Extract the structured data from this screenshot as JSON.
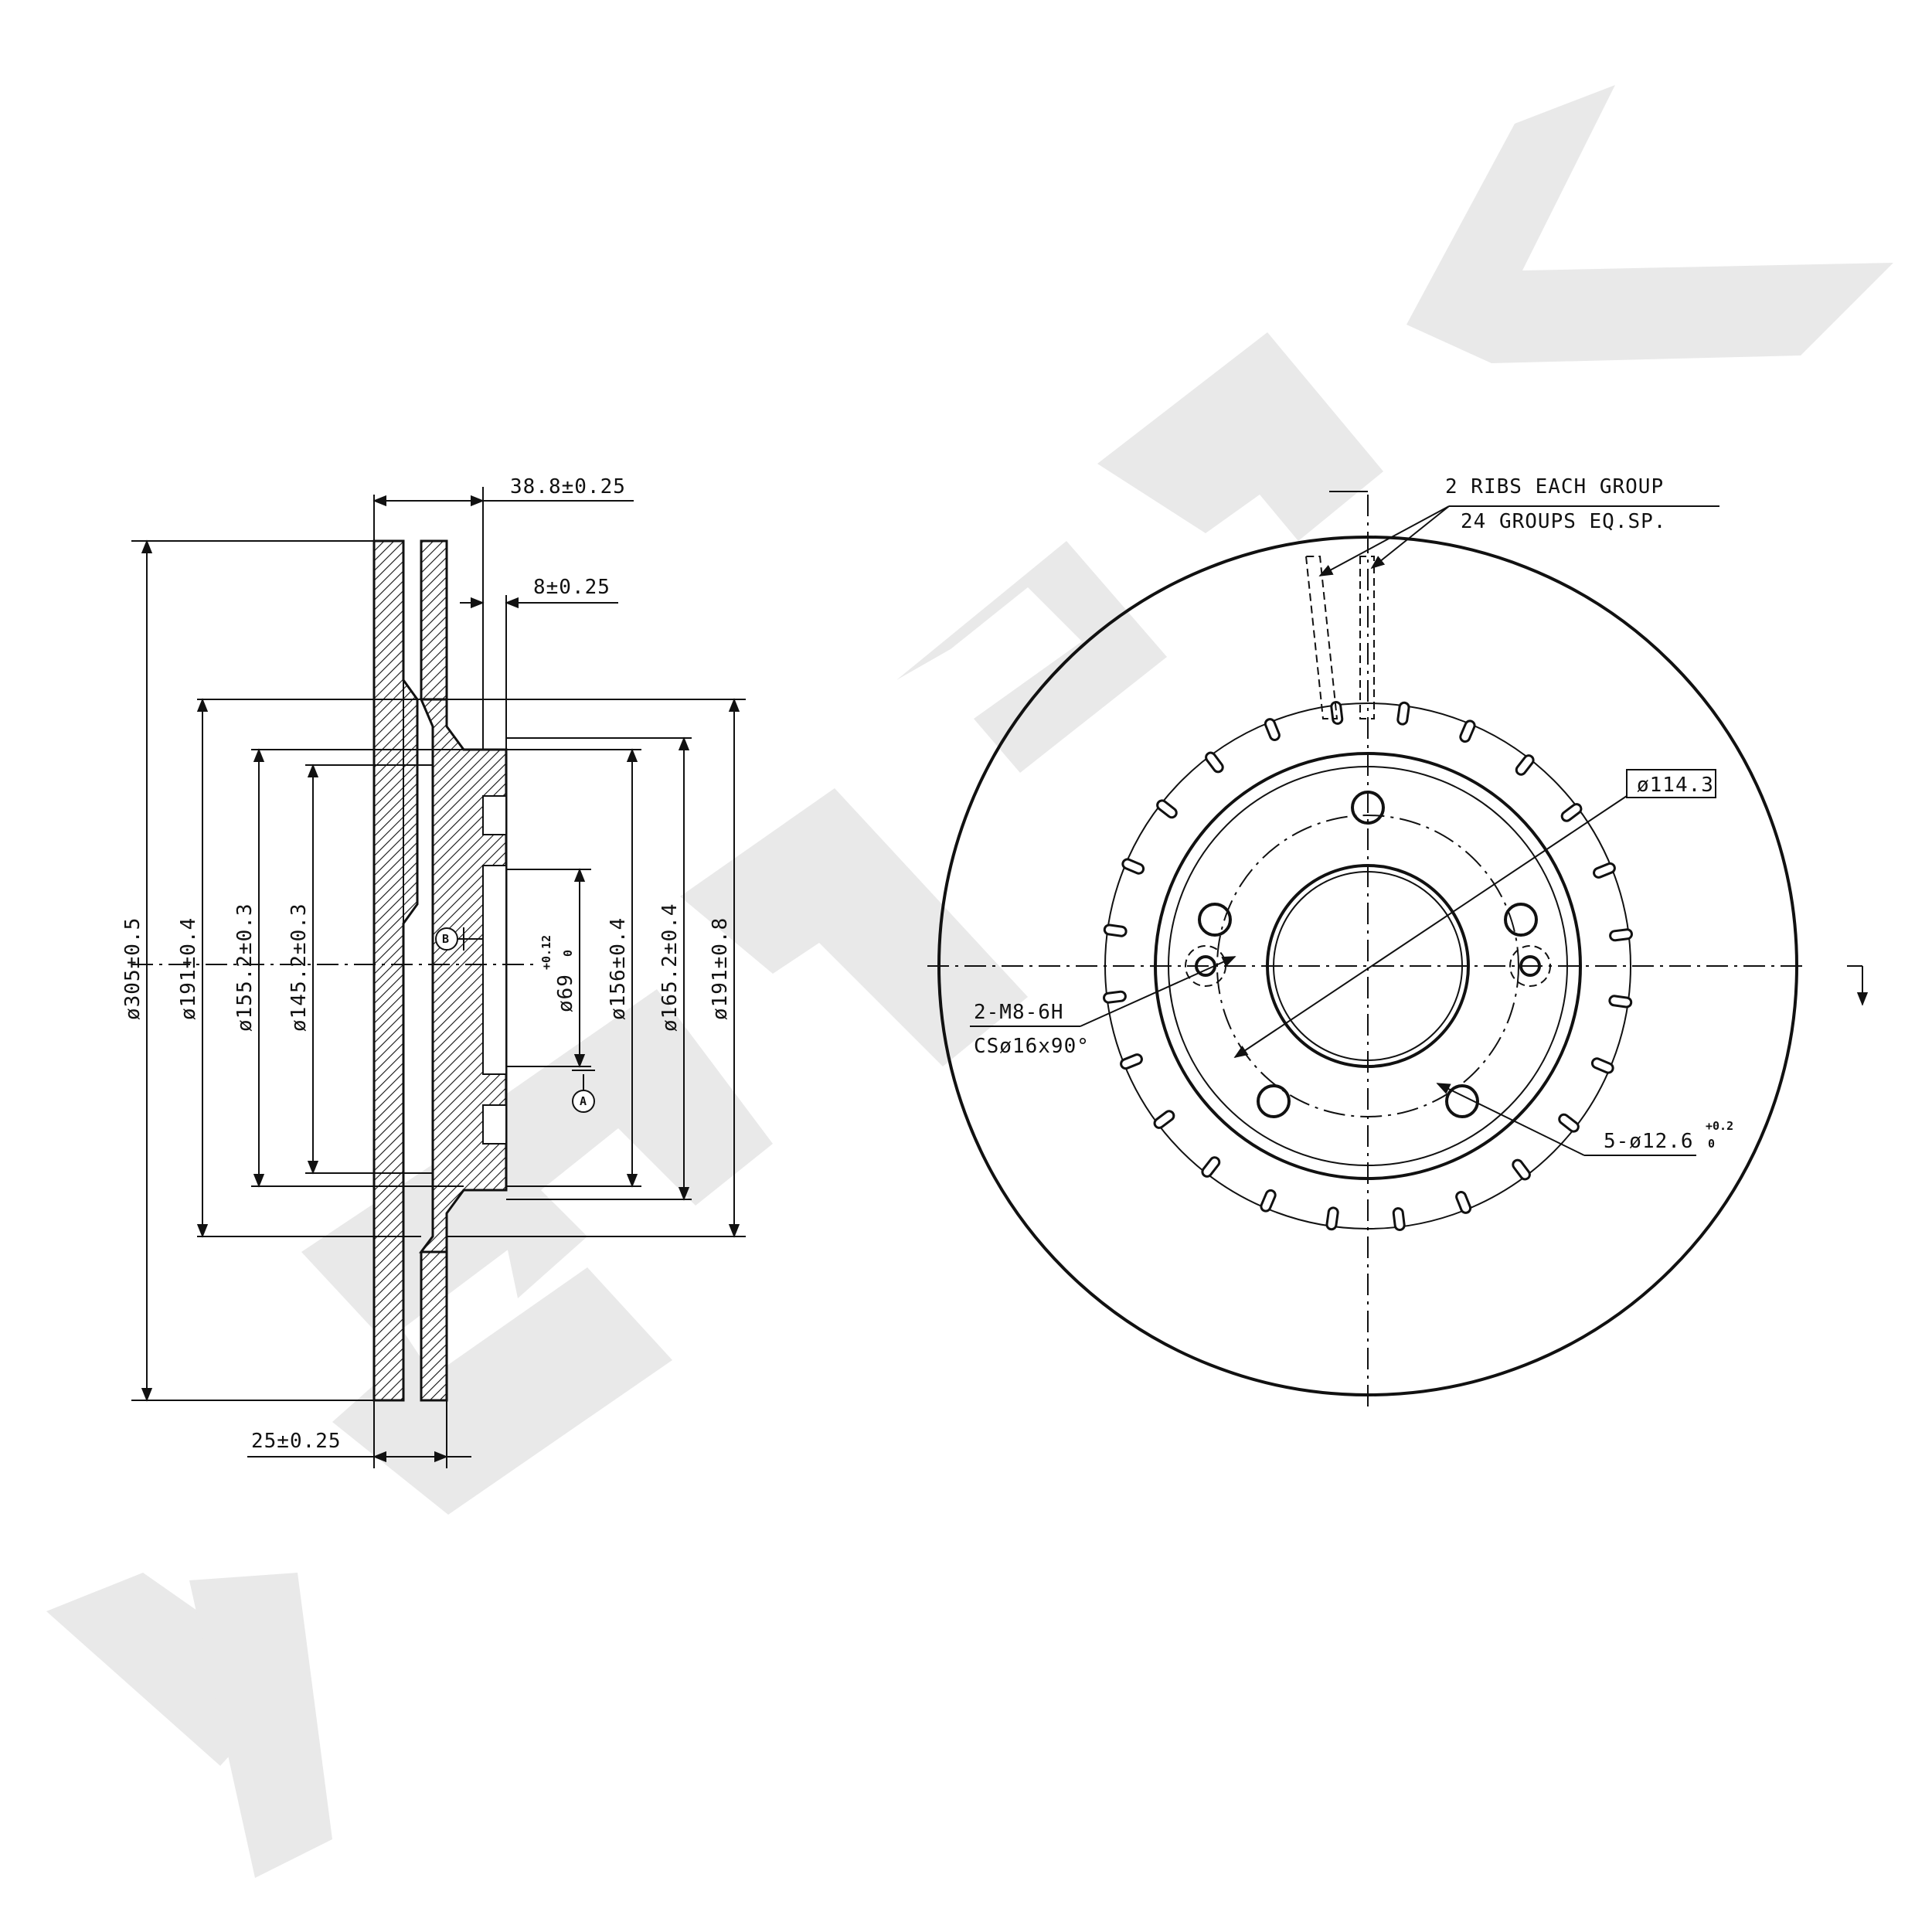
{
  "section": {
    "width_total": "38.8±0.25",
    "flange_thickness": "8±0.25",
    "disc_thickness": "25±0.25",
    "outer_diameter": "ø305±0.5",
    "hat_diameter_left": "ø191±0.4",
    "d155": "ø155.2±0.3",
    "d145": "ø145.2±0.3",
    "bore_diameter": "ø69",
    "bore_tol_upper": "+0.12",
    "bore_tol_lower": "0",
    "d156": "ø156±0.4",
    "d165": "ø165.2±0.4",
    "hat_diameter_right": "ø191±0.8",
    "datum_a": "A",
    "datum_b": "B"
  },
  "front": {
    "ribs_note_1": "2 RIBS EACH GROUP",
    "ribs_note_2": "24 GROUPS EQ.SP.",
    "pcd": "ø114.3",
    "thread_note": "2-M8-6H",
    "countersink_note": "CSø16x90°",
    "bolt_holes": "5-ø12.6",
    "bolt_tol_upper": "+0.2",
    "bolt_tol_lower": "0",
    "vent_slot_count": 24
  }
}
